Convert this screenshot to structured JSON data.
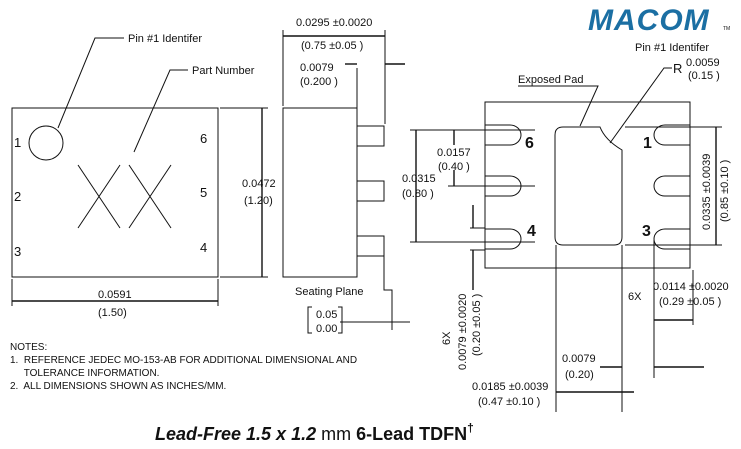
{
  "logo": {
    "text": "MACOM",
    "tm": "TM"
  },
  "top_view": {
    "pin1_label": "Pin #1 Identifer",
    "part_label": "Part Number",
    "marking": "XX",
    "pins": [
      "1",
      "2",
      "3",
      "4",
      "5",
      "6"
    ],
    "height_in": "0.0472",
    "height_mm": "(1.20)",
    "width_in": "0.0591",
    "width_mm": "(1.50)"
  },
  "side_view": {
    "thick_in": "0.0295 ±0.0020",
    "thick_mm": "(0.75 ±0.05 )",
    "lead_in": "0.0079",
    "lead_mm": "(0.200 )",
    "seating": "Seating Plane",
    "tol_top": "0.05",
    "tol_bot": "0.00"
  },
  "bottom_view": {
    "pad_label": "Exposed Pad",
    "pin1_label": "Pin #1 Identifer",
    "r_label": "R",
    "r_in": "0.0059",
    "r_mm": "(0.15 )",
    "pins": [
      "6",
      "4",
      "1",
      "3"
    ],
    "pitch_in": "0.0157",
    "pitch_mm": "(0.40 )",
    "span_in": "0.0315",
    "span_mm": "(0.80 )",
    "pad_h_in": "0.0335 ±0.0039",
    "pad_h_mm": "(0.85 ±0.10 )",
    "lead_w_mult": "6X",
    "lead_w_in": "0.0079 ±0.0020",
    "lead_w_mm": "(0.20 ±0.05 )",
    "lead_l_mult": "6X",
    "lead_l_in": "0.0114 ±0.0020",
    "lead_l_mm": "(0.29 ±0.05 )",
    "gap_in": "0.0079",
    "gap_mm": "(0.20)",
    "pad_w_in": "0.0185 ±0.0039",
    "pad_w_mm": "(0.47 ±0.10 )"
  },
  "notes": {
    "title": "NOTES:",
    "items": [
      "1.  REFERENCE JEDEC MO-153-AB FOR ADDITIONAL DIMENSIONAL AND",
      "     TOLERANCE INFORMATION.",
      "2.  ALL DIMENSIONS SHOWN AS INCHES/MM."
    ]
  },
  "caption": {
    "italic": "Lead-Free 1.5 x 1.2",
    "mid": " mm ",
    "bold": "6-Lead TDFN",
    "dagger": "†"
  }
}
